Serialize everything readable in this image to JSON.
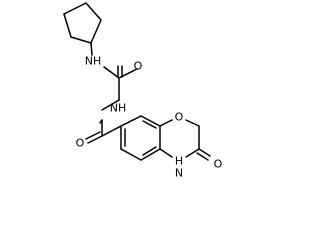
{
  "molecule": {
    "atoms": {
      "amide_nh_top": "NH",
      "carbonyl_o_top": "O",
      "amide_nh_middle": "NH",
      "carbonyl_o_left": "O",
      "ring_o": "O",
      "lactam_nh_line1": "H",
      "lactam_nh_line2": "N",
      "lactam_o": "O"
    }
  }
}
